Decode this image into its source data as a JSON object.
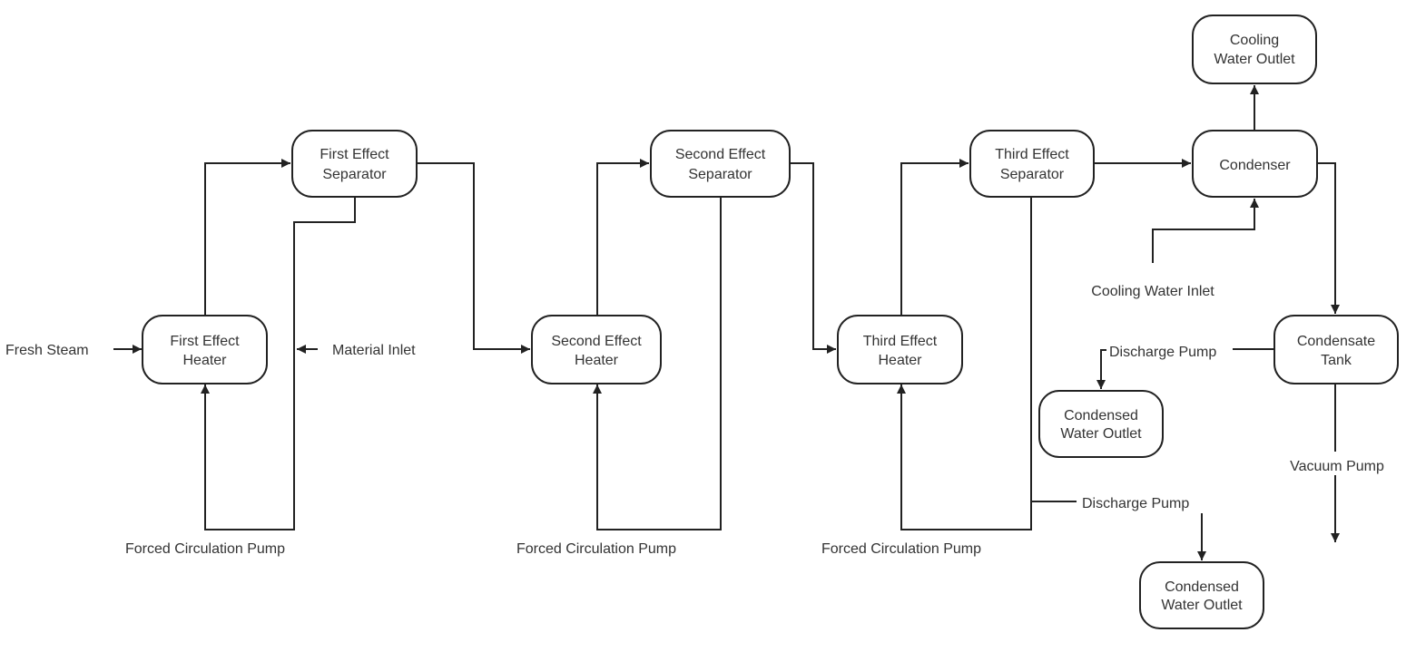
{
  "colors": {
    "stroke": "#222222",
    "text": "#333333",
    "background": "#ffffff"
  },
  "nodes": {
    "first_effect_heater": [
      "First Effect",
      "Heater"
    ],
    "first_effect_separator": [
      "First Effect",
      "Separator"
    ],
    "second_effect_heater": [
      "Second Effect",
      "Heater"
    ],
    "second_effect_separator": [
      "Second Effect",
      "Separator"
    ],
    "third_effect_heater": [
      "Third Effect",
      "Heater"
    ],
    "third_effect_separator": [
      "Third Effect",
      "Separator"
    ],
    "condenser": [
      "Condenser"
    ],
    "cooling_water_outlet": [
      "Cooling",
      "Water Outlet"
    ],
    "condensate_tank": [
      "Condensate",
      "Tank"
    ],
    "condensed_water_outlet_upper": [
      "Condensed",
      "Water Outlet"
    ],
    "condensed_water_outlet_lower": [
      "Condensed",
      "Water Outlet"
    ]
  },
  "labels": {
    "fresh_steam": "Fresh Steam",
    "material_inlet": "Material Inlet",
    "pump_1": "Forced Circulation Pump",
    "pump_2": "Forced Circulation Pump",
    "pump_3": "Forced Circulation Pump",
    "cooling_water_inlet": "Cooling Water Inlet",
    "discharge_pump_upper": "Discharge Pump",
    "discharge_pump_lower": "Discharge Pump",
    "vacuum_pump": "Vacuum Pump"
  }
}
